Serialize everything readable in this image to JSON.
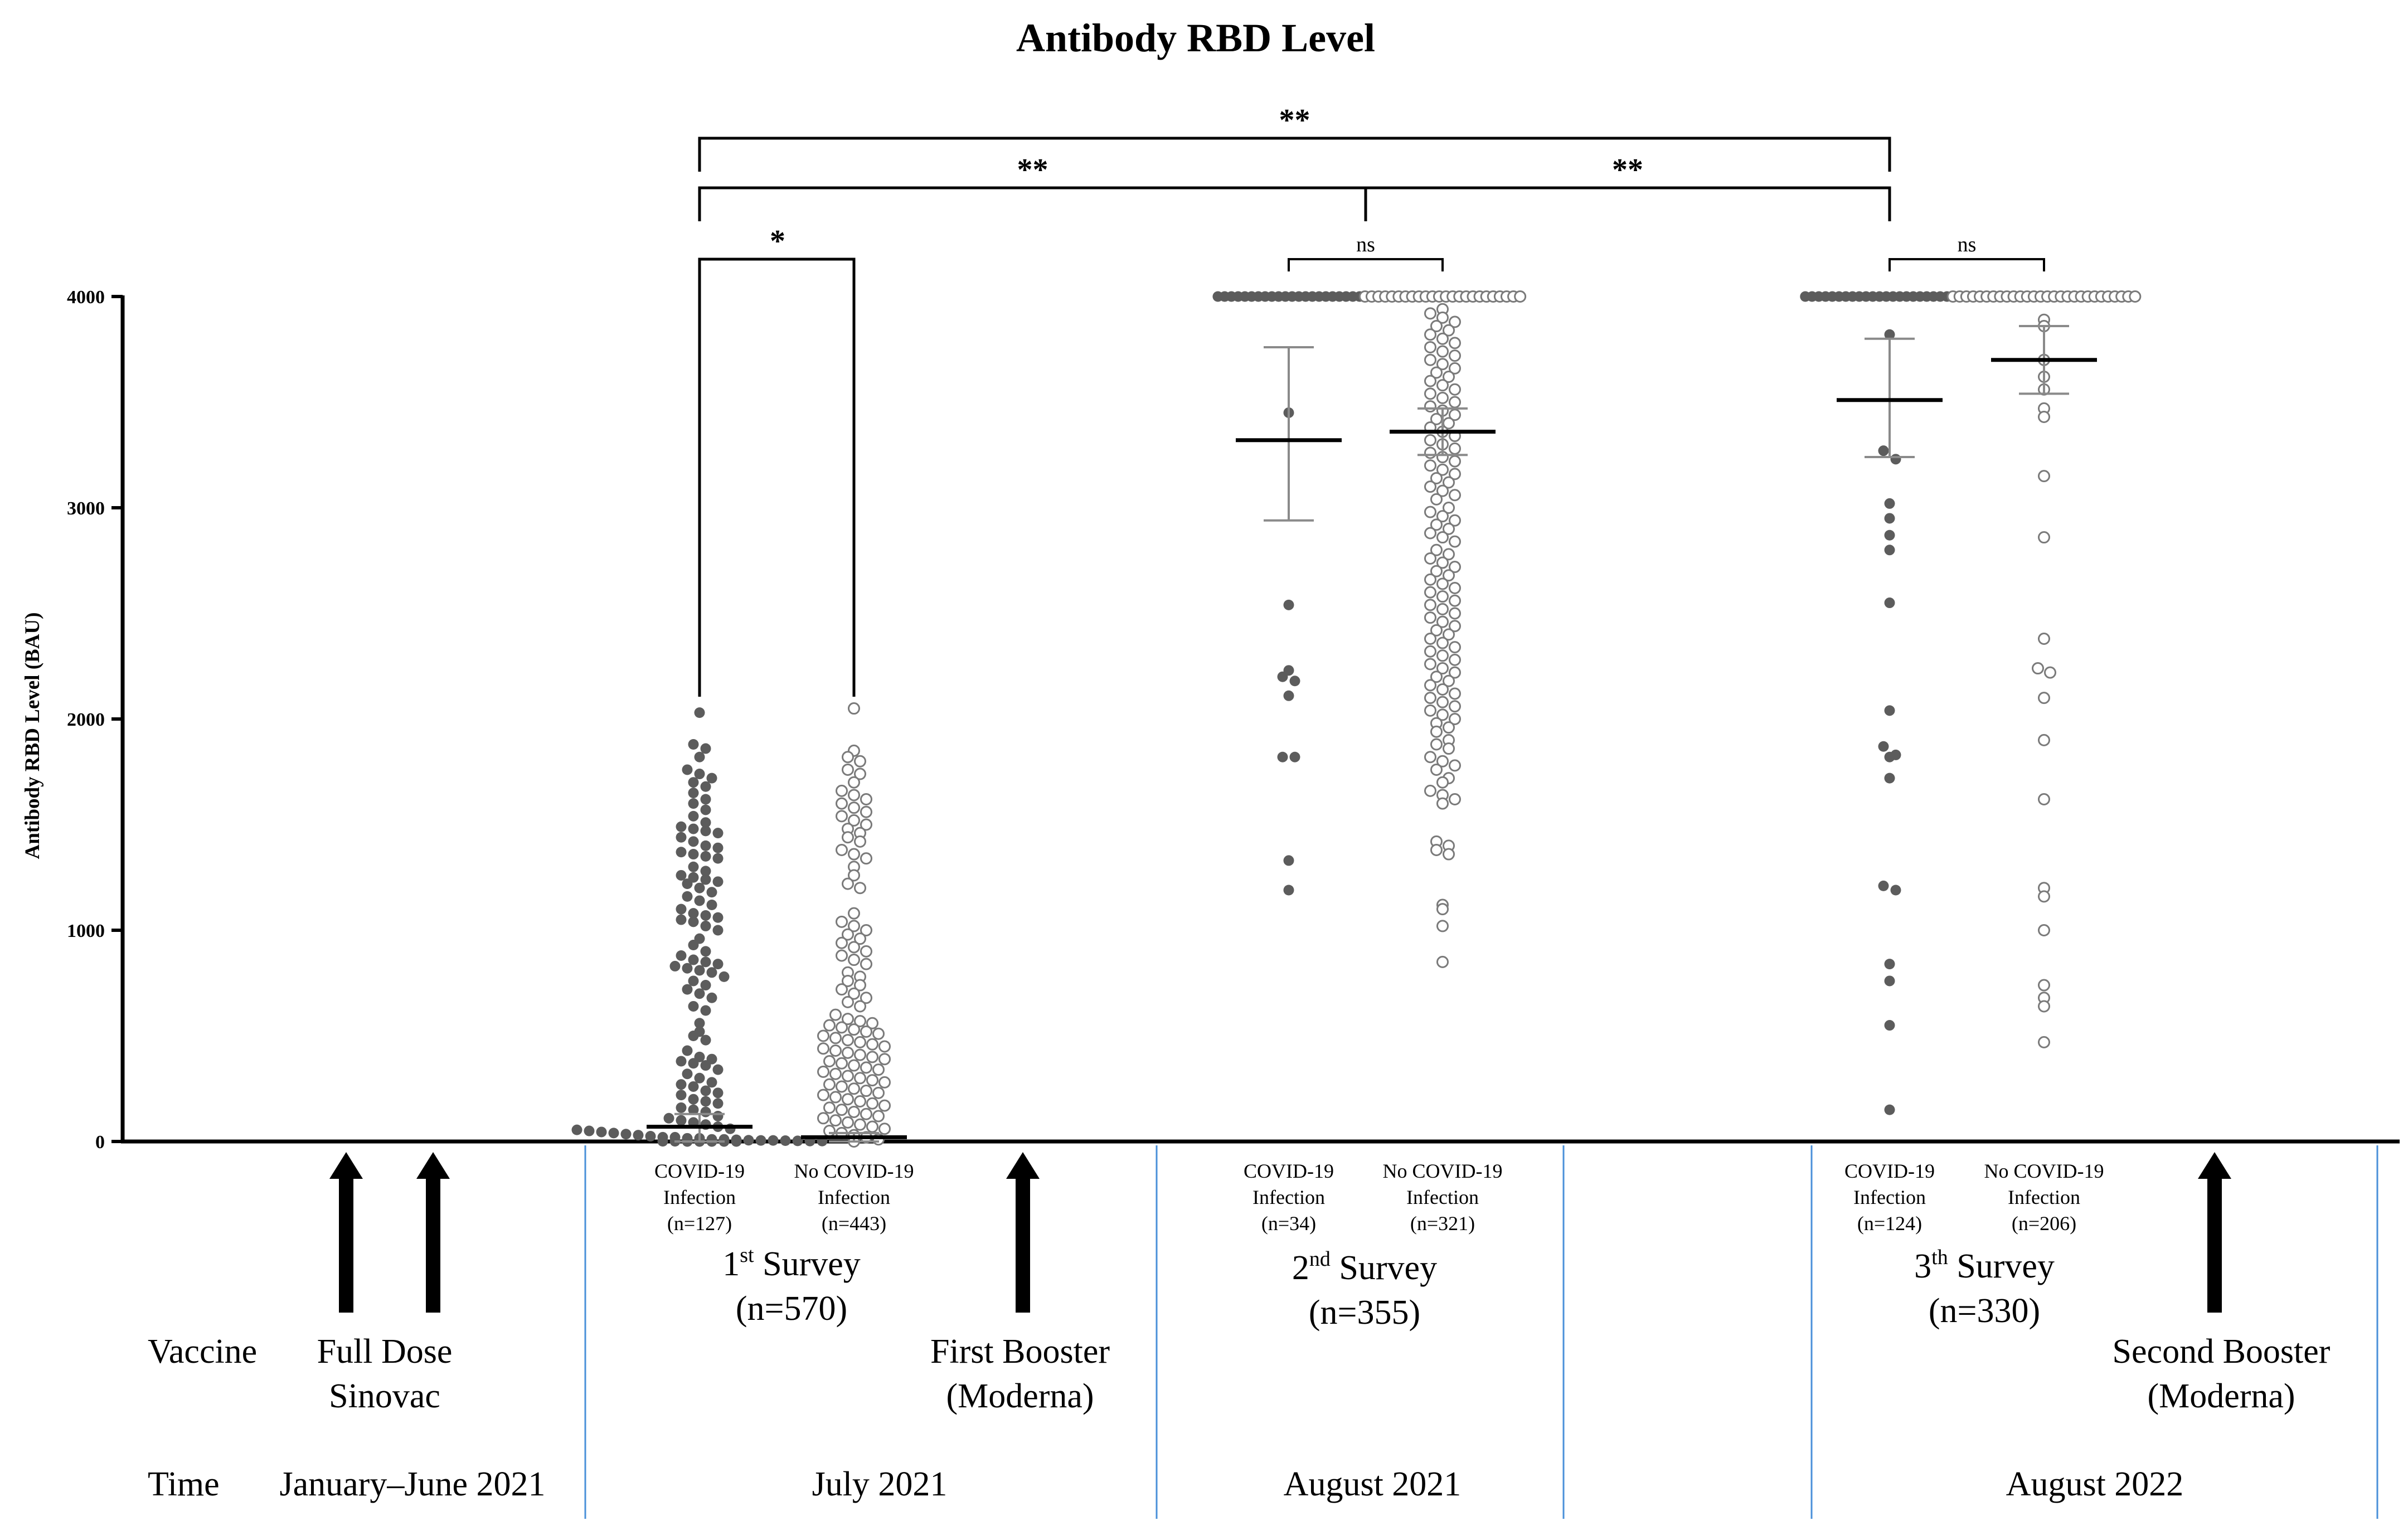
{
  "colors": {
    "infected": "#5c5c5c",
    "not_infected_fill": "#ffffff",
    "not_infected_stroke": "#7a7a7a",
    "errorbar": "#8a8a8a",
    "period_divider": "#4a90d9"
  },
  "chart_data": {
    "type": "scatter",
    "title": "Antibody RBD Level",
    "ylabel": "Antibody RBD Level (BAU)",
    "ylim": [
      0,
      4000
    ],
    "yticks": [
      "0",
      "1000",
      "2000",
      "3000",
      "4000"
    ],
    "series": [
      {
        "key": "g1",
        "label_line1": "COVID-19",
        "label_line2": "Infection",
        "label_line3": "(n=127)",
        "infected": true,
        "mean": 70,
        "err_low": 0,
        "err_high": 130,
        "values": [
          2030,
          1880,
          1860,
          1820,
          1760,
          1740,
          1720,
          1700,
          1680,
          1650,
          1620,
          1600,
          1570,
          1540,
          1510,
          1490,
          1480,
          1470,
          1460,
          1440,
          1420,
          1400,
          1390,
          1370,
          1360,
          1350,
          1340,
          1300,
          1280,
          1260,
          1250,
          1240,
          1230,
          1220,
          1200,
          1180,
          1160,
          1140,
          1120,
          1100,
          1080,
          1070,
          1060,
          1050,
          1040,
          1020,
          1000,
          960,
          930,
          900,
          880,
          860,
          850,
          840,
          830,
          820,
          810,
          800,
          780,
          760,
          740,
          720,
          700,
          680,
          640,
          620,
          560,
          520,
          500,
          480,
          430,
          400,
          390,
          380,
          370,
          360,
          340,
          320,
          300,
          280,
          270,
          260,
          240,
          230,
          220,
          200,
          190,
          180,
          160,
          150,
          140,
          120,
          110,
          100,
          90,
          80,
          70,
          60,
          55,
          50,
          45,
          40,
          35,
          30,
          25,
          20,
          20,
          15,
          15,
          10,
          10,
          8,
          6,
          5,
          5,
          4,
          3,
          2,
          2,
          1,
          1,
          0,
          0,
          0,
          0,
          0
        ]
      },
      {
        "key": "g2",
        "label_line1": "No COVID-19",
        "label_line2": "Infection",
        "label_line3": "(n=443)",
        "infected": false,
        "mean": 20,
        "err_low": 0,
        "err_high": 40,
        "values": [
          2050,
          1850,
          1820,
          1800,
          1760,
          1740,
          1700,
          1660,
          1640,
          1620,
          1600,
          1580,
          1560,
          1540,
          1520,
          1500,
          1480,
          1460,
          1440,
          1420,
          1380,
          1360,
          1340,
          1300,
          1260,
          1220,
          1200,
          1080,
          1040,
          1020,
          1000,
          980,
          960,
          940,
          920,
          900,
          880,
          860,
          840,
          800,
          780,
          760,
          740,
          720,
          700,
          680,
          660,
          640,
          600,
          580,
          570,
          560,
          550,
          540,
          530,
          520,
          510,
          500,
          490,
          480,
          470,
          460,
          450,
          440,
          430,
          420,
          410,
          400,
          390,
          380,
          370,
          360,
          350,
          340,
          330,
          320,
          310,
          300,
          290,
          280,
          270,
          260,
          250,
          240,
          230,
          220,
          210,
          200,
          190,
          180,
          170,
          160,
          150,
          140,
          130,
          120,
          110,
          100,
          90,
          80,
          70,
          60,
          50,
          40,
          30,
          20,
          10,
          0
        ]
      },
      {
        "key": "g3",
        "label_line1": "COVID-19",
        "label_line2": "Infection",
        "label_line3": "(n=34)",
        "infected": true,
        "mean": 3320,
        "err_low": 2940,
        "err_high": 3760,
        "values": [
          4000,
          4000,
          4000,
          4000,
          4000,
          4000,
          4000,
          4000,
          4000,
          4000,
          4000,
          4000,
          4000,
          4000,
          4000,
          4000,
          4000,
          4000,
          4000,
          4000,
          4000,
          4000,
          3450,
          2540,
          2230,
          2200,
          2180,
          2110,
          1820,
          1820,
          1330,
          1190
        ]
      },
      {
        "key": "g4",
        "label_line1": "No COVID-19",
        "label_line2": "Infection",
        "label_line3": "(n=321)",
        "infected": false,
        "mean": 3360,
        "err_low": 3250,
        "err_high": 3470,
        "values": [
          4000,
          4000,
          4000,
          4000,
          4000,
          4000,
          4000,
          4000,
          4000,
          4000,
          4000,
          4000,
          4000,
          4000,
          4000,
          4000,
          4000,
          4000,
          4000,
          4000,
          4000,
          4000,
          4000,
          4000,
          3940,
          3920,
          3900,
          3880,
          3860,
          3840,
          3820,
          3800,
          3780,
          3760,
          3740,
          3720,
          3700,
          3680,
          3660,
          3640,
          3620,
          3600,
          3580,
          3560,
          3540,
          3520,
          3500,
          3480,
          3460,
          3440,
          3420,
          3400,
          3380,
          3360,
          3340,
          3320,
          3300,
          3280,
          3260,
          3240,
          3220,
          3200,
          3180,
          3160,
          3140,
          3120,
          3100,
          3080,
          3060,
          3040,
          3000,
          2980,
          2960,
          2940,
          2920,
          2900,
          2880,
          2860,
          2840,
          2800,
          2780,
          2760,
          2740,
          2720,
          2700,
          2680,
          2660,
          2640,
          2620,
          2600,
          2580,
          2560,
          2540,
          2520,
          2500,
          2480,
          2460,
          2440,
          2420,
          2400,
          2380,
          2360,
          2340,
          2320,
          2300,
          2280,
          2260,
          2240,
          2220,
          2200,
          2180,
          2160,
          2140,
          2120,
          2100,
          2080,
          2060,
          2040,
          2020,
          2000,
          1980,
          1960,
          1940,
          1900,
          1880,
          1860,
          1820,
          1800,
          1780,
          1760,
          1720,
          1700,
          1660,
          1640,
          1620,
          1600,
          1420,
          1400,
          1380,
          1360,
          1120,
          1100,
          1020,
          850
        ]
      },
      {
        "key": "g5",
        "label_line1": "COVID-19",
        "label_line2": "Infection",
        "label_line3": "(n=124)",
        "infected": true,
        "mean": 3510,
        "err_low": 3240,
        "err_high": 3800,
        "values": [
          4000,
          4000,
          4000,
          4000,
          4000,
          4000,
          4000,
          4000,
          4000,
          4000,
          4000,
          4000,
          4000,
          4000,
          4000,
          4000,
          4000,
          4000,
          4000,
          4000,
          4000,
          4000,
          4000,
          4000,
          4000,
          4000,
          3820,
          3270,
          3230,
          3020,
          2950,
          2870,
          2800,
          2550,
          2040,
          1870,
          1830,
          1820,
          1720,
          1210,
          1190,
          840,
          760,
          550,
          150
        ]
      },
      {
        "key": "g6",
        "label_line1": "No COVID-19",
        "label_line2": "Infection",
        "label_line3": "(n=206)",
        "infected": false,
        "mean": 3700,
        "err_low": 3540,
        "err_high": 3860,
        "values": [
          4000,
          4000,
          4000,
          4000,
          4000,
          4000,
          4000,
          4000,
          4000,
          4000,
          4000,
          4000,
          4000,
          4000,
          4000,
          4000,
          4000,
          4000,
          4000,
          4000,
          4000,
          4000,
          4000,
          4000,
          4000,
          4000,
          4000,
          4000,
          3890,
          3860,
          3700,
          3620,
          3560,
          3470,
          3430,
          3150,
          2860,
          2380,
          2240,
          2220,
          2100,
          1900,
          1620,
          1200,
          1160,
          1000,
          740,
          680,
          640,
          470
        ]
      }
    ],
    "comparisons": [
      {
        "a": "g1",
        "b": "g2",
        "label": "*",
        "level": 0
      },
      {
        "a": "g3",
        "b": "g4",
        "label": "ns",
        "level": 0
      },
      {
        "a": "g5",
        "b": "g6",
        "label": "ns",
        "level": 0
      },
      {
        "a": "g1",
        "b": "g34",
        "label": "**",
        "level": 1
      },
      {
        "a": "g34",
        "b": "g5",
        "label": "**",
        "level": 1
      },
      {
        "a": "g1",
        "b": "g5",
        "label": "**",
        "level": 2
      }
    ]
  },
  "surveys": [
    {
      "key": "s1",
      "name": "1",
      "sup": "st",
      "rest": " Survey",
      "n": "(n=570)"
    },
    {
      "key": "s2",
      "name": "2",
      "sup": "nd",
      "rest": " Survey",
      "n": "(n=355)"
    },
    {
      "key": "s3",
      "name": "3",
      "sup": "th",
      "rest": " Survey",
      "n": "(n=330)"
    }
  ],
  "vaccine_row_label": "Vaccine",
  "time_row_label": "Time",
  "vaccines": [
    {
      "key": "v1",
      "line1": "Full Dose",
      "line2": "Sinovac"
    },
    {
      "key": "v2",
      "line1": "First Booster",
      "line2": "(Moderna)"
    },
    {
      "key": "v3",
      "line1": "Second Booster",
      "line2": "(Moderna)"
    }
  ],
  "periods": [
    {
      "key": "p0",
      "label": "January–June 2021"
    },
    {
      "key": "p1",
      "label": "July 2021"
    },
    {
      "key": "p2",
      "label": "August 2021"
    },
    {
      "key": "p3",
      "label": "August 2022"
    }
  ]
}
